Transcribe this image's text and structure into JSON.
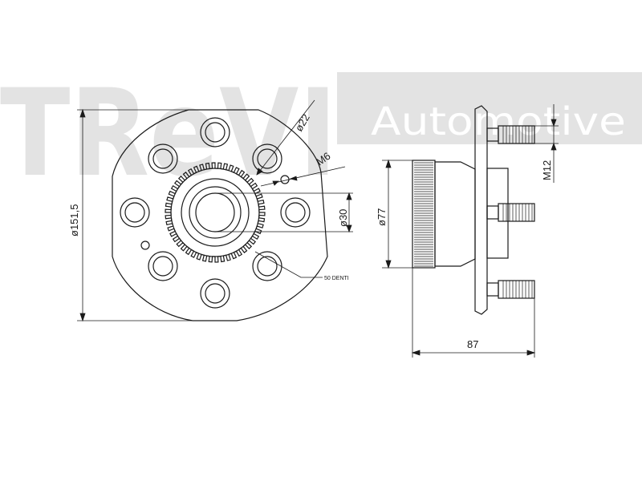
{
  "watermark": {
    "brand": "TReVI",
    "subtitle": "Automotive",
    "colors": {
      "brand_text": "#e3e3e3",
      "band": "#e3e3e3",
      "subtitle_text": "#ffffff"
    }
  },
  "drawing": {
    "line_color": "#1a1a1a",
    "front_view": {
      "dimensions": {
        "outer_diameter": "ø151,5",
        "bolt_hole": "ø22",
        "thread_hole": "M6",
        "center_bore": "ø30",
        "teeth_note": "50 DENTI"
      }
    },
    "side_view": {
      "dimensions": {
        "ring_diameter": "ø77",
        "stud_thread": "M12",
        "overall_length": "87"
      }
    }
  }
}
